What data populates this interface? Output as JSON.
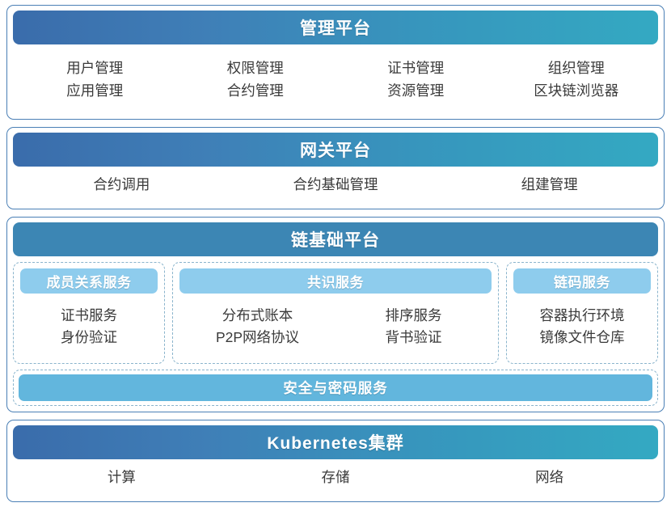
{
  "diagram": {
    "type": "layered-architecture",
    "colors": {
      "title_gradient_from": "#3a6cab",
      "title_gradient_to": "#34a9c2",
      "chain_bar": "#3c86b4",
      "sub_header": "#8ecced",
      "security_bar": "#62b6dd",
      "card_border": "#4a7fb5",
      "dashed_border": "#8ab4cc",
      "body_text": "#3a3a3a"
    }
  },
  "layers": {
    "management": {
      "title": "管理平台",
      "columns": [
        {
          "items": [
            "用户管理",
            "应用管理"
          ]
        },
        {
          "items": [
            "权限管理",
            "合约管理"
          ]
        },
        {
          "items": [
            "证书管理",
            "资源管理"
          ]
        },
        {
          "items": [
            "组织管理",
            "区块链浏览器"
          ]
        }
      ]
    },
    "gateway": {
      "title": "网关平台",
      "columns": [
        {
          "items": [
            "合约调用"
          ]
        },
        {
          "items": [
            "合约基础管理"
          ]
        },
        {
          "items": [
            "组建管理"
          ]
        }
      ]
    },
    "chain": {
      "title": "链基础平台",
      "groups": [
        {
          "name": "member-relationship-service",
          "header": "成员关系服务",
          "columns": [
            {
              "items": [
                "证书服务",
                "身份验证"
              ]
            }
          ]
        },
        {
          "name": "consensus-service",
          "header": "共识服务",
          "columns": [
            {
              "items": [
                "分布式账本",
                "P2P网络协议"
              ]
            },
            {
              "items": [
                "排序服务",
                "背书验证"
              ]
            }
          ]
        },
        {
          "name": "chaincode-service",
          "header": "链码服务",
          "columns": [
            {
              "items": [
                "容器执行环境",
                "镜像文件仓库"
              ]
            }
          ]
        }
      ],
      "security": {
        "header": "安全与密码服务"
      }
    },
    "kubernetes": {
      "title": "Kubernetes集群",
      "columns": [
        {
          "items": [
            "计算"
          ]
        },
        {
          "items": [
            "存储"
          ]
        },
        {
          "items": [
            "网络"
          ]
        }
      ]
    }
  }
}
